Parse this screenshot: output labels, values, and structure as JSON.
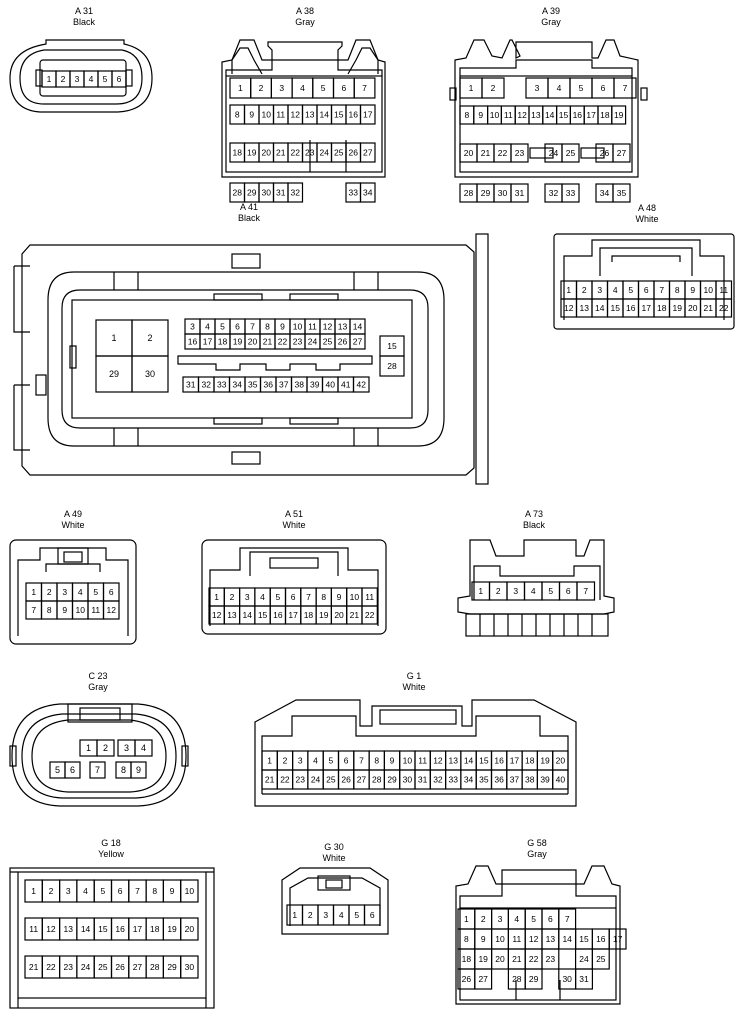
{
  "connectors": {
    "a31": {
      "id": "A 31",
      "color": "Black"
    },
    "a38": {
      "id": "A 38",
      "color": "Gray"
    },
    "a39": {
      "id": "A 39",
      "color": "Gray"
    },
    "a41": {
      "id": "A 41",
      "color": "Black"
    },
    "a48": {
      "id": "A 48",
      "color": "White"
    },
    "a49": {
      "id": "A 49",
      "color": "White"
    },
    "a51": {
      "id": "A 51",
      "color": "White"
    },
    "a73": {
      "id": "A 73",
      "color": "Black"
    },
    "c23": {
      "id": "C 23",
      "color": "Gray"
    },
    "g1": {
      "id": "G 1",
      "color": "White"
    },
    "g18": {
      "id": "G 18",
      "color": "Yellow"
    },
    "g30": {
      "id": "G 30",
      "color": "White"
    },
    "g58": {
      "id": "G 58",
      "color": "Gray"
    }
  },
  "pin_rows": {
    "a31": [
      [
        "1",
        "2",
        "3",
        "4",
        "5",
        "6"
      ]
    ],
    "a38": [
      [
        "1",
        "2",
        "3",
        "4",
        "5",
        "6",
        "7"
      ],
      [
        "8",
        "9",
        "10",
        "11",
        "12",
        "13",
        "14",
        "15",
        "16",
        "17"
      ],
      [
        "18",
        "19",
        "20",
        "21",
        "22",
        "23",
        "24",
        "25",
        "26",
        "27"
      ],
      [
        "28",
        "29",
        "30",
        "31",
        "32",
        "",
        "",
        "",
        "33",
        "34"
      ]
    ],
    "a39": [
      [
        "1",
        "2",
        "",
        "3",
        "4",
        "5",
        "6",
        "7"
      ],
      [
        "8",
        "9",
        "10",
        "11",
        "12",
        "13",
        "14",
        "15",
        "16",
        "17",
        "18",
        "19"
      ],
      [
        "20",
        "21",
        "22",
        "23",
        "",
        "24",
        "25",
        "",
        "26",
        "27"
      ],
      [
        "28",
        "29",
        "30",
        "31",
        "",
        "32",
        "33",
        "",
        "34",
        "35"
      ]
    ],
    "a41_block": [
      [
        "1",
        "2"
      ],
      [
        "29",
        "30"
      ]
    ],
    "a41_top": [
      [
        "3",
        "4",
        "5",
        "6",
        "7",
        "8",
        "9",
        "10",
        "11",
        "12",
        "13",
        "14"
      ],
      [
        "16",
        "17",
        "18",
        "19",
        "20",
        "21",
        "22",
        "23",
        "24",
        "25",
        "26",
        "27"
      ]
    ],
    "a41_bottom": [
      [
        "31",
        "32",
        "33",
        "34",
        "35",
        "36",
        "37",
        "38",
        "39",
        "40",
        "41",
        "42"
      ]
    ],
    "a41_side": [
      [
        "15"
      ],
      [
        "28"
      ]
    ],
    "a48": [
      [
        "1",
        "2",
        "3",
        "4",
        "5",
        "6",
        "7",
        "8",
        "9",
        "10",
        "11"
      ],
      [
        "12",
        "13",
        "14",
        "15",
        "16",
        "17",
        "18",
        "19",
        "20",
        "21",
        "22"
      ]
    ],
    "a49": [
      [
        "1",
        "2",
        "3",
        "4",
        "5",
        "6"
      ],
      [
        "7",
        "8",
        "9",
        "10",
        "11",
        "12"
      ]
    ],
    "a51": [
      [
        "1",
        "2",
        "3",
        "4",
        "5",
        "6",
        "7",
        "8",
        "9",
        "10",
        "11"
      ],
      [
        "12",
        "13",
        "14",
        "15",
        "16",
        "17",
        "18",
        "19",
        "20",
        "21",
        "22"
      ]
    ],
    "a73": [
      [
        "1",
        "2",
        "3",
        "4",
        "5",
        "6",
        "7"
      ]
    ],
    "c23": [
      [
        "1",
        "2",
        "3",
        "4"
      ],
      [
        "5",
        "6",
        "7",
        "8",
        "9"
      ]
    ],
    "g1": [
      [
        "1",
        "2",
        "3",
        "4",
        "5",
        "6",
        "7",
        "8",
        "9",
        "10",
        "11",
        "12",
        "13",
        "14",
        "15",
        "16",
        "17",
        "18",
        "19",
        "20"
      ],
      [
        "21",
        "22",
        "23",
        "24",
        "25",
        "26",
        "27",
        "28",
        "29",
        "30",
        "31",
        "32",
        "33",
        "34",
        "35",
        "36",
        "37",
        "38",
        "39",
        "40"
      ]
    ],
    "g18": [
      [
        "1",
        "2",
        "3",
        "4",
        "5",
        "6",
        "7",
        "8",
        "9",
        "10"
      ],
      [
        "11",
        "12",
        "13",
        "14",
        "15",
        "16",
        "17",
        "18",
        "19",
        "20"
      ],
      [
        "21",
        "22",
        "23",
        "24",
        "25",
        "26",
        "27",
        "28",
        "29",
        "30"
      ]
    ],
    "g30": [
      [
        "1",
        "2",
        "3",
        "4",
        "5",
        "6"
      ]
    ],
    "g58": [
      [
        "1",
        "2",
        "3",
        "4",
        "5",
        "6",
        "7"
      ],
      [
        "8",
        "9",
        "10",
        "11",
        "12",
        "13",
        "14",
        "15",
        "16",
        "17"
      ],
      [
        "18",
        "19",
        "20",
        "21",
        "22",
        "23",
        "",
        "24",
        "25"
      ],
      [
        "26",
        "27",
        "",
        "28",
        "29",
        "",
        "30",
        "31"
      ]
    ]
  }
}
